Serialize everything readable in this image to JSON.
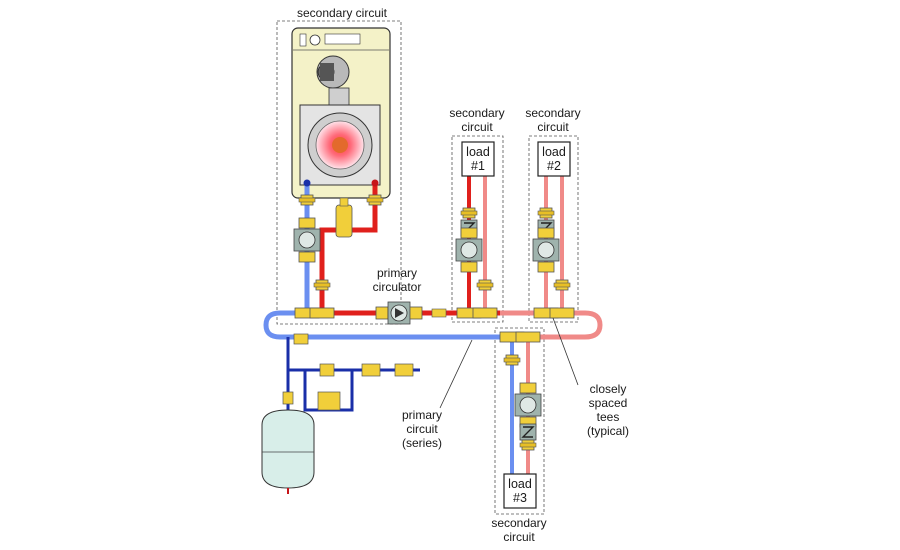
{
  "labels": {
    "boiler_circuit": "secondary circuit",
    "load1_circuit": [
      "secondary",
      "circuit"
    ],
    "load2_circuit": [
      "secondary",
      "circuit"
    ],
    "load3_circuit": [
      "secondary",
      "circuit"
    ],
    "primary_circulator": [
      "primary",
      "circulator"
    ],
    "primary_circuit": [
      "primary",
      "circuit",
      "(series)"
    ],
    "closely_spaced": [
      "closely",
      "spaced",
      "tees",
      "(typical)"
    ]
  },
  "loads": [
    {
      "line1": "load",
      "line2": "#1"
    },
    {
      "line1": "load",
      "line2": "#2"
    },
    {
      "line1": "load",
      "line2": "#3"
    }
  ],
  "colors": {
    "hot": "#e0201c",
    "warm": "#f08a88",
    "cold": "#6b8ff0",
    "cold_dark": "#1a2fa8",
    "brass": "#f1cf3a",
    "pump_body": "#9fb3ad",
    "boiler_shell": "#f4f2c8"
  }
}
